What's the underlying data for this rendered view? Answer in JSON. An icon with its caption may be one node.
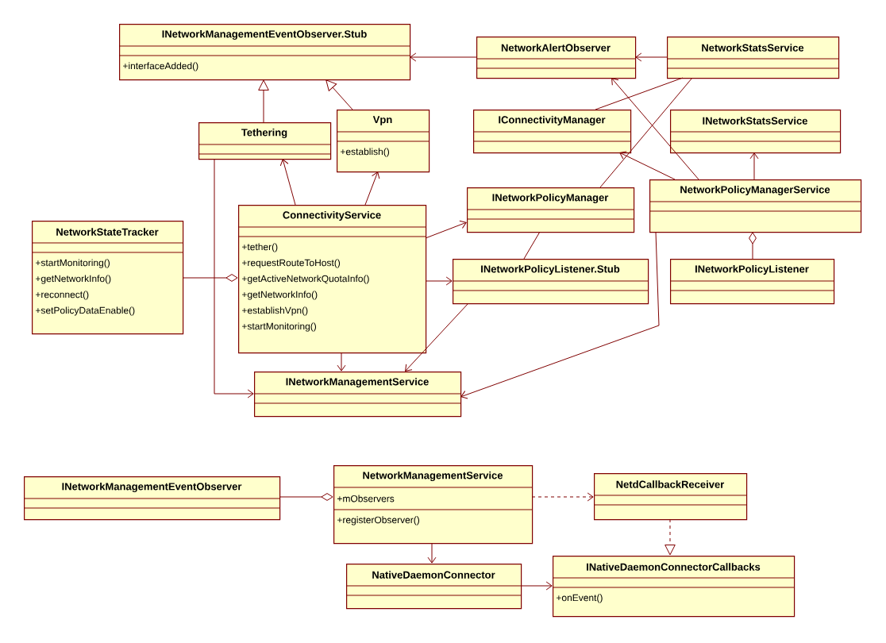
{
  "diagram": {
    "nodes": [
      {
        "text": [
          "INetworkManagementEventObserver.Stub",
          "+interfaceAdded()"
        ]
      },
      {
        "text": [
          "NetworkAlertObserver"
        ]
      },
      {
        "text": [
          "NetworkStatsService"
        ]
      },
      {
        "text": [
          "Tethering"
        ]
      },
      {
        "text": [
          "Vpn",
          "+establish()"
        ]
      },
      {
        "text": [
          "IConnectivityManager"
        ]
      },
      {
        "text": [
          "INetworkStatsService"
        ]
      },
      {
        "text": [
          "ConnectivityService",
          "+tether()",
          "+requestRouteToHost()",
          "+getActiveNetworkQuotaInfo()",
          "+getNetworkInfo()",
          "+establishVpn()",
          "+startMonitoring()"
        ]
      },
      {
        "text": [
          "NetworkStateTracker",
          "+startMonitoring()",
          "+getNetworkInfo()",
          "+reconnect()",
          "+setPolicyDataEnable()"
        ]
      },
      {
        "text": [
          "INetworkPolicyManager"
        ]
      },
      {
        "text": [
          "NetworkPolicyManagerService"
        ]
      },
      {
        "text": [
          "INetworkPolicyListener.Stub"
        ]
      },
      {
        "text": [
          "INetworkPolicyListener"
        ]
      },
      {
        "text": [
          "INetworkManagementService"
        ]
      },
      {
        "text": [
          "INetworkManagementEventObserver"
        ]
      },
      {
        "text": [
          "NetworkManagementService",
          "+mObservers",
          "+registerObserver()"
        ]
      },
      {
        "text": [
          "NetdCallbackReceiver"
        ]
      },
      {
        "text": [
          "NativeDaemonConnector"
        ]
      },
      {
        "text": [
          "INativeDaemonConnectorCallbacks",
          "+onEvent()"
        ]
      }
    ],
    "edges": [
      {
        "from": 1,
        "to": 0,
        "arrow": "to"
      },
      {
        "from": 2,
        "to": 1,
        "arrow": "to"
      },
      {
        "from": 3,
        "to": 0,
        "arrow": "to"
      },
      {
        "from": 4,
        "to": 0,
        "arrow": "to"
      },
      {
        "from": 2,
        "to": 5,
        "arrow": "none"
      },
      {
        "from": 2,
        "to": 9,
        "arrow": "none"
      },
      {
        "from": 10,
        "to": 1,
        "arrow": "to"
      },
      {
        "from": 10,
        "to": 5,
        "arrow": "to"
      },
      {
        "from": 10,
        "to": 6,
        "arrow": "to"
      },
      {
        "from": 12,
        "to": 10,
        "arrow": "other"
      },
      {
        "from": 10,
        "to": 13,
        "arrow": "to"
      },
      {
        "from": 7,
        "to": 3,
        "arrow": "to"
      },
      {
        "from": 3,
        "to": 13,
        "arrow": "to"
      },
      {
        "from": 7,
        "to": 4,
        "arrow": "to"
      },
      {
        "from": 7,
        "to": 13,
        "arrow": "to"
      },
      {
        "from": 8,
        "to": 7,
        "arrow": "other"
      },
      {
        "from": 7,
        "to": 9,
        "arrow": "to"
      },
      {
        "from": 7,
        "to": 11,
        "arrow": "to"
      },
      {
        "from": 9,
        "to": 11,
        "arrow": "none"
      },
      {
        "from": 11,
        "to": 13,
        "arrow": "to"
      },
      {
        "from": 14,
        "to": 15,
        "arrow": "other"
      },
      {
        "from": 15,
        "to": 16,
        "arrow": "to",
        "style": "dashed"
      },
      {
        "from": 16,
        "to": 18,
        "arrow": "to",
        "style": "dashed"
      },
      {
        "from": 15,
        "to": 17,
        "arrow": "to"
      },
      {
        "from": 17,
        "to": 18,
        "arrow": "to"
      }
    ]
  }
}
